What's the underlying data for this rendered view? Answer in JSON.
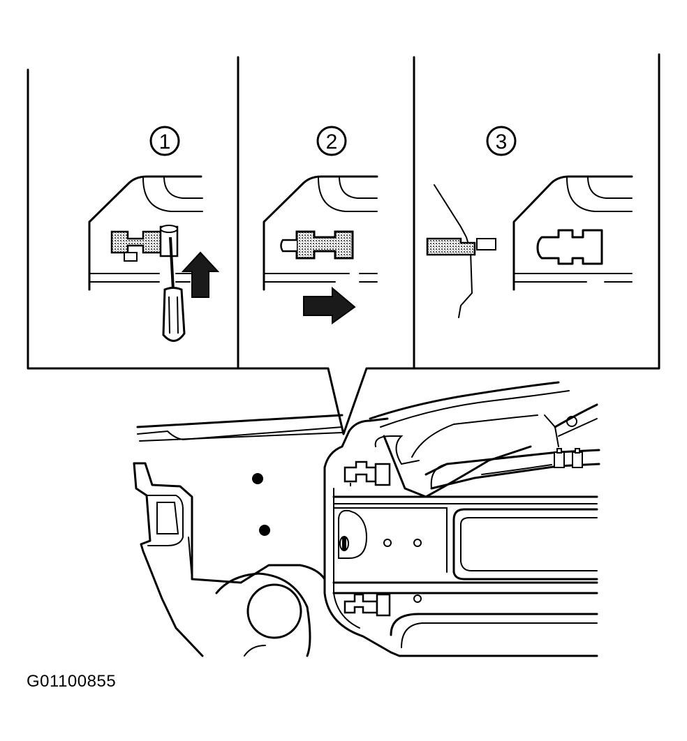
{
  "steps": [
    {
      "number": "1"
    },
    {
      "number": "2"
    },
    {
      "number": "3"
    }
  ],
  "figure_code": "G01100855",
  "colors": {
    "ink": "#000000",
    "stipple": "#9a9a9a",
    "arrow": "#1a1a1a"
  }
}
